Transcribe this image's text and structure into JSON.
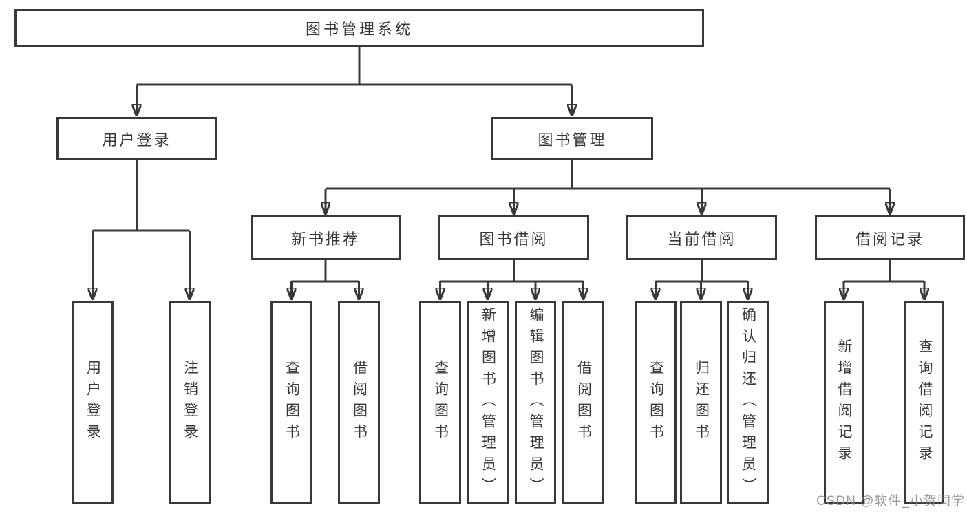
{
  "colors": {
    "line": "#383838",
    "text": "#383838",
    "background": "#ffffff",
    "watermark": "#868686"
  },
  "watermark": "CSDN @软件_小贺同学",
  "tree": {
    "root": "图书管理系统",
    "level2": [
      {
        "label": "用户登录",
        "leaves": [
          "用户登录",
          "注销登录"
        ]
      },
      {
        "label": "图书管理",
        "sections": [
          {
            "label": "新书推荐",
            "leaves": [
              "查询图书",
              "借阅图书"
            ]
          },
          {
            "label": "图书借阅",
            "leaves": [
              "查询图书",
              "新增图书（管理员）",
              "编辑图书（管理员）",
              "借阅图书"
            ]
          },
          {
            "label": "当前借阅",
            "leaves": [
              "查询图书",
              "归还图书",
              "确认归还（管理员）"
            ]
          },
          {
            "label": "借阅记录",
            "leaves": [
              "新增借阅记录",
              "查询借阅记录"
            ]
          }
        ]
      }
    ]
  }
}
